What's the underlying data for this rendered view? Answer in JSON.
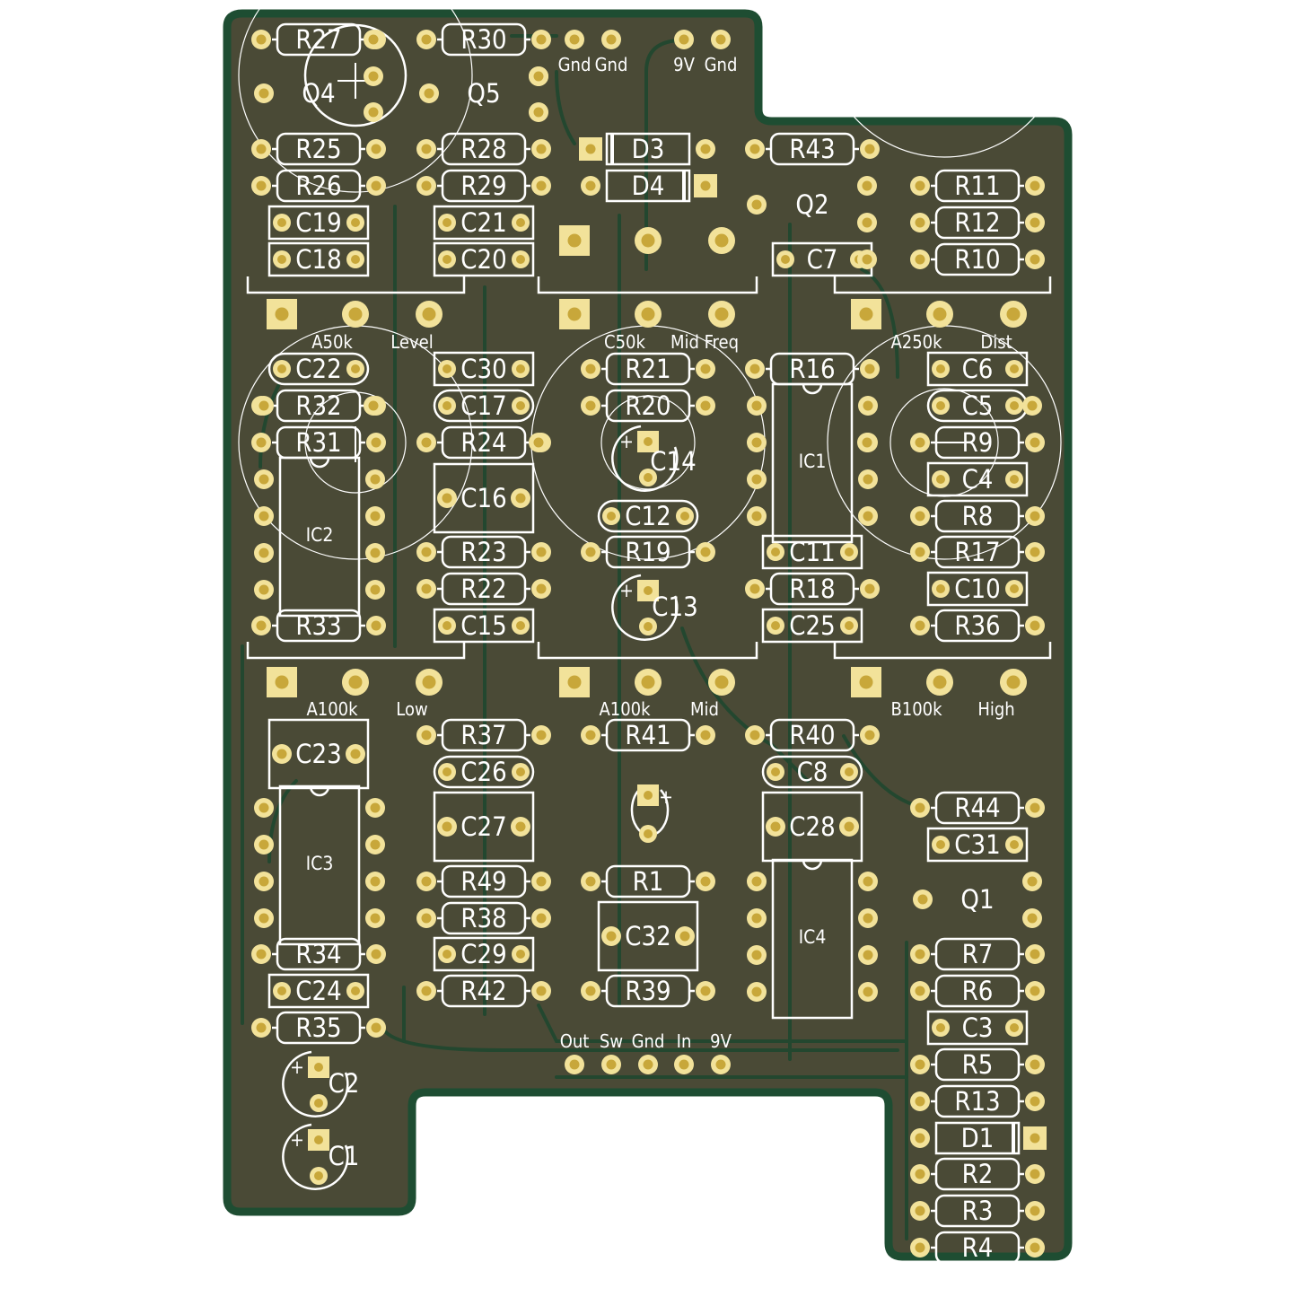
{
  "board": {
    "colors": {
      "outer": "#1e4d32",
      "fill": "#4a4a36",
      "trace": "#23472f",
      "pad": "#f2e29a",
      "drill": "#c8a73a",
      "silk": "#ffffff"
    }
  },
  "resistors": [
    "R27",
    "R30",
    "R25",
    "R28",
    "R26",
    "R29",
    "R43",
    "R11",
    "R12",
    "R10",
    "R21",
    "R16",
    "R32",
    "R20",
    "R31",
    "R24",
    "R9",
    "R8",
    "R23",
    "R19",
    "R17",
    "R22",
    "R18",
    "R33",
    "R36",
    "R37",
    "R41",
    "R40",
    "R44",
    "R49",
    "R1",
    "R38",
    "R34",
    "R7",
    "R42",
    "R39",
    "R6",
    "R35",
    "R5",
    "R13",
    "R2",
    "R3",
    "R4"
  ],
  "capacitors": [
    "C19",
    "C21",
    "C18",
    "C20",
    "C7",
    "C22",
    "C30",
    "C6",
    "C17",
    "C5",
    "C16",
    "C4",
    "C12",
    "C11",
    "C10",
    "C15",
    "C25",
    "C23",
    "C26",
    "C8",
    "C27",
    "C28",
    "C31",
    "C32",
    "C29",
    "C24",
    "C3"
  ],
  "electrolytics": [
    "C14",
    "C13",
    "C2",
    "C1"
  ],
  "diodes": [
    "D3",
    "D4",
    "D1"
  ],
  "transistors": [
    "Q4",
    "Q5",
    "Q2",
    "Q1"
  ],
  "ics": [
    "IC1",
    "IC2",
    "IC3",
    "IC4"
  ],
  "pots": [
    {
      "value": "A50k",
      "name": "Level"
    },
    {
      "value": "C50k",
      "name": "Mid Freq"
    },
    {
      "value": "A250k",
      "name": "Dist"
    },
    {
      "value": "A100k",
      "name": "Low"
    },
    {
      "value": "A100k",
      "name": "Mid"
    },
    {
      "value": "B100k",
      "name": "High"
    }
  ],
  "top_header": [
    "Gnd",
    "Gnd",
    "9V",
    "Gnd"
  ],
  "bottom_header": [
    "Out",
    "Sw",
    "Gnd",
    "In",
    "9V"
  ]
}
